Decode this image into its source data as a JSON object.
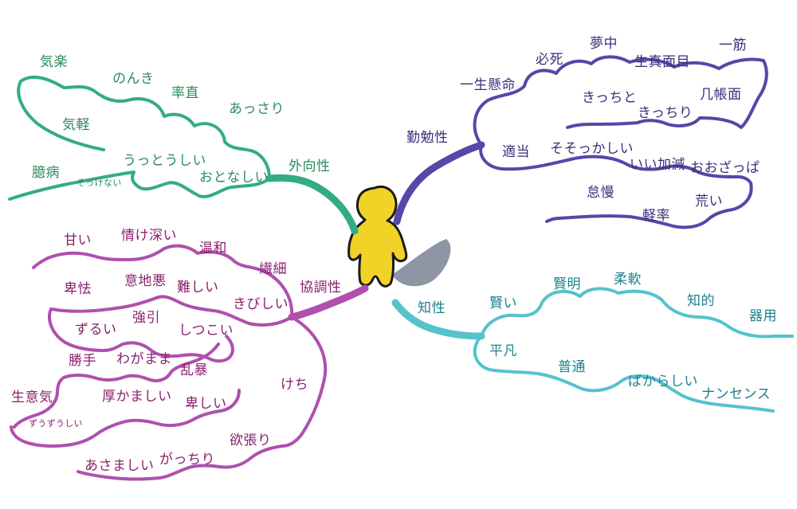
{
  "colors": {
    "extraversion": "#33ac84",
    "diligence": "#5a45a8",
    "agreeableness": "#b04fae",
    "intellect": "#55c2cc",
    "figure_fill": "#f1d327",
    "shadow": "#8e95a3"
  },
  "extraversion": {
    "branch": "外向性",
    "w1": "気楽",
    "w2": "のんき",
    "w3": "率直",
    "w4": "気軽",
    "w5": "あっさり",
    "w6": "臆病",
    "w7": "そっけない",
    "w8": "うっとうしい",
    "w9": "おとなしい"
  },
  "diligence": {
    "branch": "勤勉性",
    "w1": "夢中",
    "w2": "一筋",
    "w3": "必死",
    "w4": "生真面目",
    "w5": "一生懸命",
    "w6": "几帳面",
    "w7": "きっちと",
    "w8": "きっちり",
    "w9": "適当",
    "w10": "そそっかしい",
    "w11": "いい加減",
    "w12": "おおざっぱ",
    "w13": "怠慢",
    "w14": "荒い",
    "w15": "軽率"
  },
  "agreeableness": {
    "branch": "協調性",
    "w1": "甘い",
    "w2": "情け深い",
    "w3": "温和",
    "w4": "繊細",
    "w5": "卑怯",
    "w6": "意地悪",
    "w7": "難しい",
    "w8": "きびしい",
    "w9": "ずるい",
    "w10": "強引",
    "w11": "しつこい",
    "w12": "勝手",
    "w13": "わがまま",
    "w14": "乱暴",
    "w15": "けち",
    "w16": "生意気",
    "w17": "厚かましい",
    "w18": "卑しい",
    "w19": "ずうずうしい",
    "w20": "欲張り",
    "w21": "あさましい",
    "w22": "がっちり"
  },
  "intellect": {
    "branch": "知性",
    "w1": "賢い",
    "w2": "賢明",
    "w3": "柔軟",
    "w4": "知的",
    "w5": "器用",
    "w6": "平凡",
    "w7": "普通",
    "w8": "ばからしい",
    "w9": "ナンセンス"
  }
}
